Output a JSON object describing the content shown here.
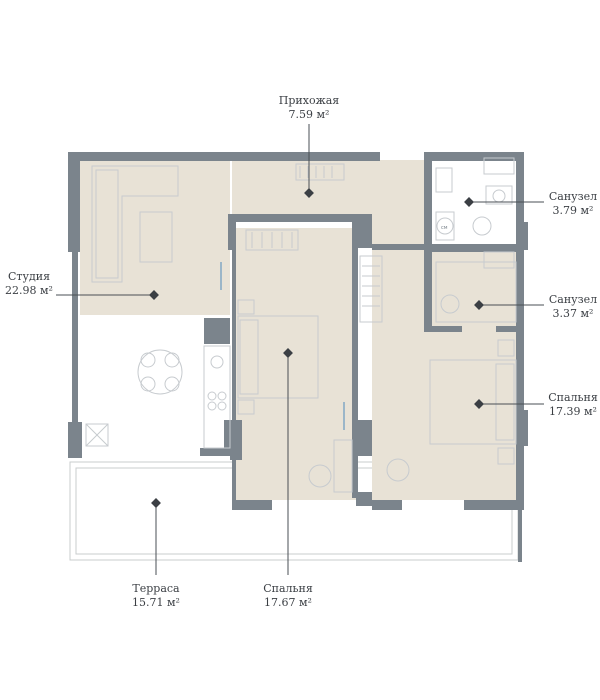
{
  "colors": {
    "wall": "#7b848c",
    "floor": "#e8e2d6",
    "terrace_line": "#c9ccce",
    "furniture_line": "#c7cbcf",
    "leader": "#4a4f54",
    "marker": "#3b3f44",
    "window": "#9bb6c9"
  },
  "rooms": [
    {
      "id": "hall",
      "name": "Прихожая",
      "area": "7.59 м²"
    },
    {
      "id": "studio",
      "name": "Студия",
      "area": "22.98 м²"
    },
    {
      "id": "bath1",
      "name": "Санузел",
      "area": "3.79 м²"
    },
    {
      "id": "bath2",
      "name": "Санузел",
      "area": "3.37 м²"
    },
    {
      "id": "bedroom1",
      "name": "Спальня",
      "area": "17.39 м²"
    },
    {
      "id": "terrace",
      "name": "Терраса",
      "area": "15.71 м²"
    },
    {
      "id": "bedroom2",
      "name": "Спальня",
      "area": "17.67 м²"
    }
  ],
  "fixture_labels": {
    "washer": "см"
  }
}
